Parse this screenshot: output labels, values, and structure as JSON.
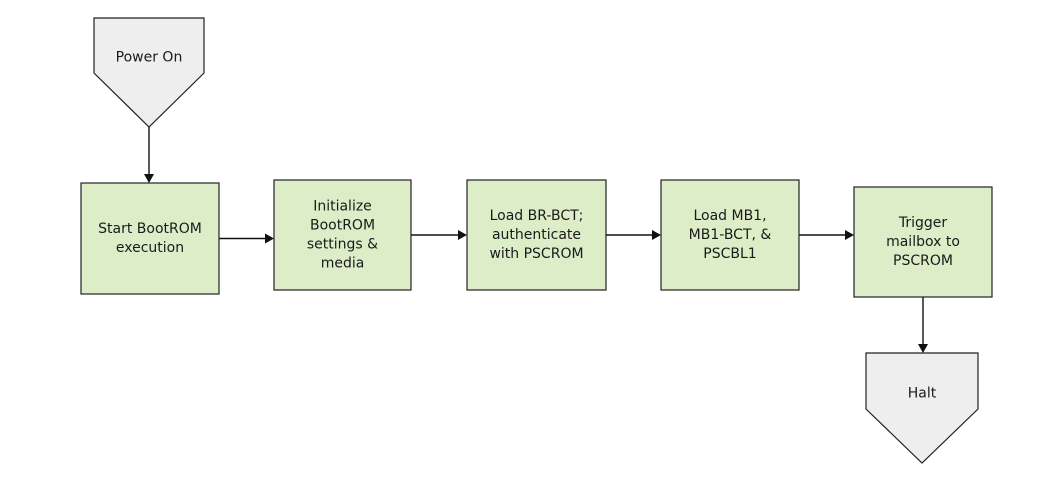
{
  "diagram": {
    "nodes": [
      {
        "id": "power_on",
        "shape": "pentagon-down",
        "lines": [
          "Power On"
        ]
      },
      {
        "id": "start_bootrom",
        "shape": "rect",
        "lines": [
          "Start BootROM",
          "execution"
        ]
      },
      {
        "id": "init_bootrom",
        "shape": "rect",
        "lines": [
          "Initialize",
          "BootROM",
          "settings &",
          "media"
        ]
      },
      {
        "id": "load_brbct",
        "shape": "rect",
        "lines": [
          "Load BR-BCT;",
          "authenticate",
          "with PSCROM"
        ]
      },
      {
        "id": "load_mb1",
        "shape": "rect",
        "lines": [
          "Load MB1,",
          "MB1-BCT, &",
          "PSCBL1"
        ]
      },
      {
        "id": "trigger_mailbox",
        "shape": "rect",
        "lines": [
          "Trigger",
          "mailbox to",
          "PSCROM"
        ]
      },
      {
        "id": "halt",
        "shape": "pentagon-down",
        "lines": [
          "Halt"
        ]
      }
    ],
    "edges": [
      [
        "power_on",
        "start_bootrom"
      ],
      [
        "start_bootrom",
        "init_bootrom"
      ],
      [
        "init_bootrom",
        "load_brbct"
      ],
      [
        "load_brbct",
        "load_mb1"
      ],
      [
        "load_mb1",
        "trigger_mailbox"
      ],
      [
        "trigger_mailbox",
        "halt"
      ]
    ],
    "colors": {
      "process_fill": "#dcedc8",
      "terminal_fill": "#eeeeee",
      "stroke": "#222222",
      "text": "#1a1a1a"
    }
  }
}
